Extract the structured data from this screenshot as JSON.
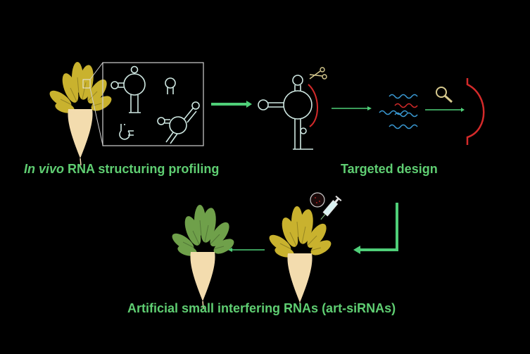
{
  "labels": {
    "profiling_italic": "In vivo",
    "profiling_rest": " RNA structuring profiling",
    "targeted_design": "Targeted design",
    "art_sirnas": "Artificial small interfering RNAs (art-siRNAs)"
  },
  "colors": {
    "background": "#000000",
    "label_green": "#5fce72",
    "arrow_green": "#4fcf78",
    "rna_structure": "#cfe8e2",
    "target_red": "#d42a2a",
    "sirna_blue": "#3a9ad4",
    "beet_leaf_yellow": "#c9b22e",
    "beet_leaf_green": "#6fa04a",
    "beet_root": "#f3dcae"
  },
  "steps": [
    {
      "id": "profiling",
      "icon": "sugar-beet-yellow-icon"
    },
    {
      "id": "rna-structures",
      "icon": "rna-hairpin-structures-icon"
    },
    {
      "id": "cleavage-site",
      "icon": "scissors-icon"
    },
    {
      "id": "sirna-pool",
      "icon": "sirna-waves-icon"
    },
    {
      "id": "screening",
      "icon": "magnifier-icon"
    },
    {
      "id": "delivery",
      "icon": "syringe-icon"
    },
    {
      "id": "healthy-plant",
      "icon": "sugar-beet-green-icon"
    }
  ]
}
